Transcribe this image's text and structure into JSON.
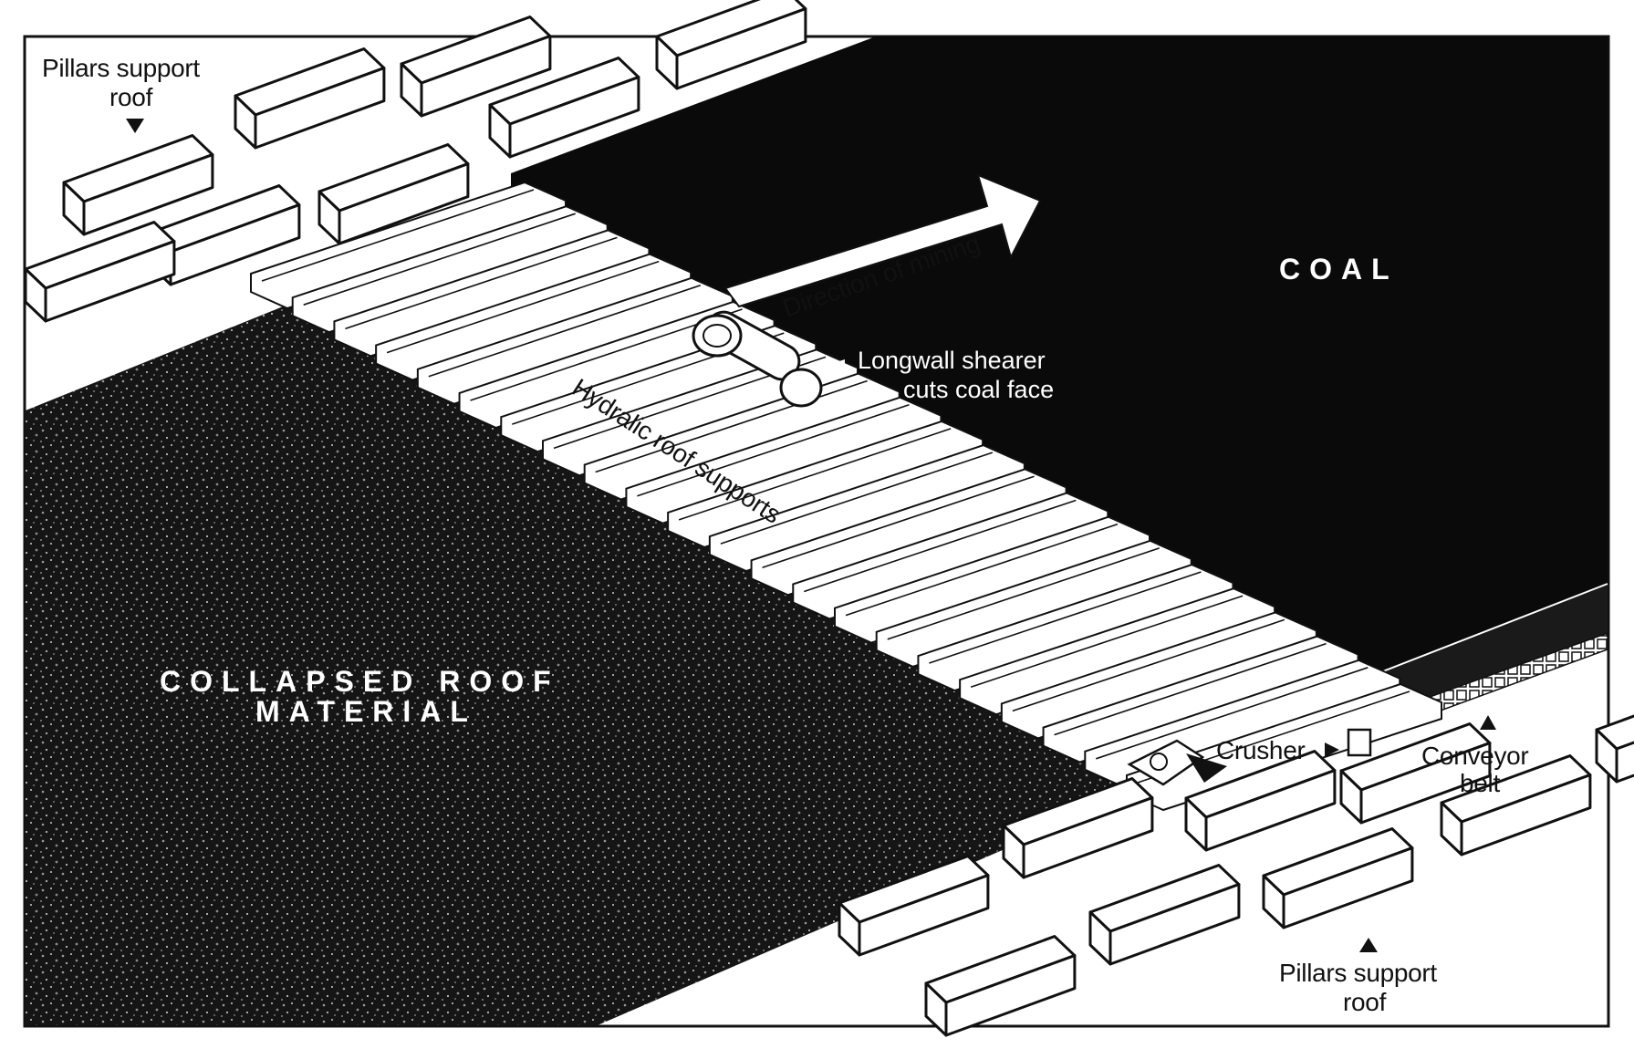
{
  "labels": {
    "pillars_top_line1": "Pillars support",
    "pillars_top_line2": "roof",
    "coal": "COAL",
    "direction": "Direction of mining",
    "shearer_line1": "Longwall shearer",
    "shearer_line2": "cuts coal face",
    "hydraulic": "Hydralic roof supports",
    "collapsed_line1": "COLLAPSED ROOF",
    "collapsed_line2": "MATERIAL",
    "crusher": "Crusher",
    "conveyor_line1": "Conveyor",
    "conveyor_line2": "belt",
    "pillars_bottom_line1": "Pillars support",
    "pillars_bottom_line2": "roof"
  },
  "colors": {
    "coal": "#0a0a0a",
    "rubble": "#151515",
    "ink": "#111111",
    "paper": "#ffffff"
  }
}
